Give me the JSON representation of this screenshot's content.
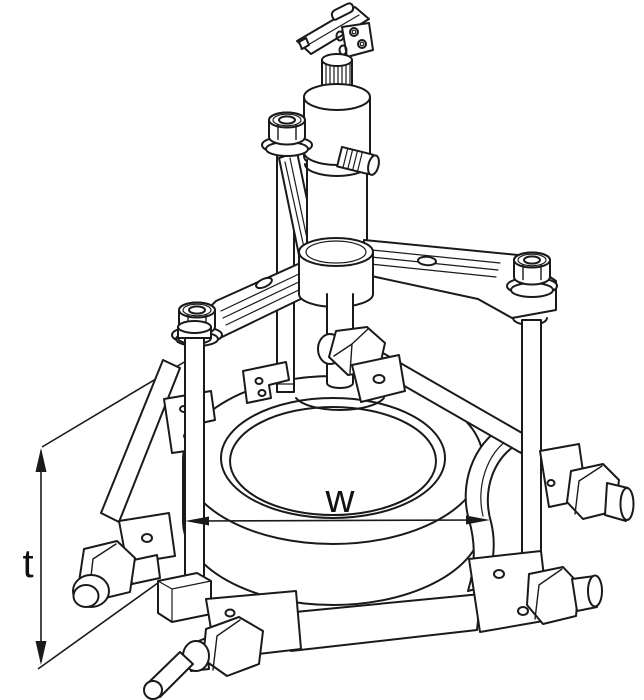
{
  "figure": {
    "title": "Hydraulic puller technical illustration",
    "background_color": "#ffffff",
    "line_color": "#1a1a1a",
    "dimension_labels": {
      "width": "w",
      "height": "t"
    },
    "parts": [
      "tommy-bar-handle",
      "knurled-pump-head",
      "hydraulic-cylinder",
      "release-valve",
      "three-arm-yoke",
      "yoke-hex-nuts",
      "pull-rods",
      "center-ram",
      "workpiece-disc",
      "clamp-shoes",
      "support-struts",
      "foot-clamps",
      "tie-bars"
    ]
  }
}
